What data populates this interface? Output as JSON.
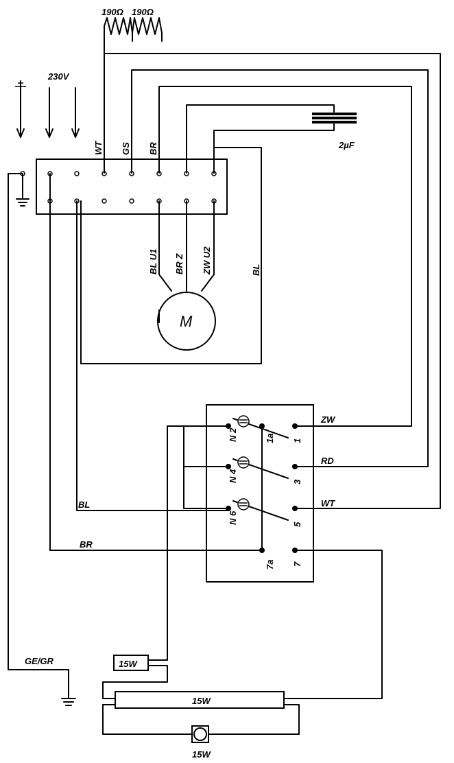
{
  "resistors": {
    "r1": "190Ω",
    "r2": "190Ω"
  },
  "supply": {
    "voltage": "230V"
  },
  "capacitor": {
    "value": "2µF"
  },
  "terminal_block": {
    "wt": "WT",
    "gs": "GS",
    "br": "BR"
  },
  "motor": {
    "symbol": "M",
    "lead_u1": "BL U1",
    "lead_z": "BR Z",
    "lead_u2": "ZW U2",
    "return_wire": "BL"
  },
  "switch": {
    "n2": "N 2",
    "n4": "N 4",
    "n6": "N 6",
    "t1a": "1a",
    "t1": "1",
    "t3": "3",
    "t5": "5",
    "t7a": "7a",
    "t7": "7",
    "wire_zw": "ZW",
    "wire_rd": "RD",
    "wire_wt": "WT",
    "wire_bl": "BL",
    "wire_br": "BR"
  },
  "earth": {
    "label": "GE/GR"
  },
  "lamps": {
    "ballast": "15W",
    "tube": "15W",
    "bulb": "15W"
  }
}
